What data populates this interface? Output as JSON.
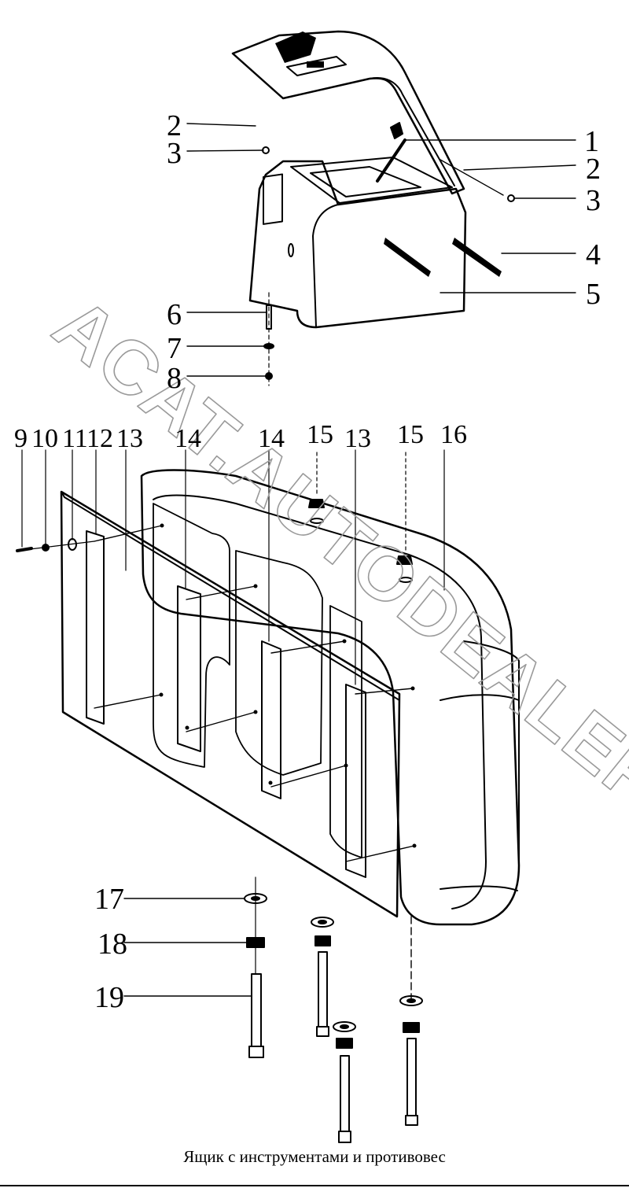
{
  "caption": "Ящик с инструментами и противовес",
  "watermark": "ACAT.AUTODEALER.RU",
  "callouts": {
    "c1": "1",
    "c2a": "2",
    "c2b": "2",
    "c3a": "3",
    "c3b": "3",
    "c4": "4",
    "c5": "5",
    "c6": "6",
    "c7": "7",
    "c8": "8",
    "c9": "9",
    "c10": "10",
    "c11": "11",
    "c12": "12",
    "c13a": "13",
    "c13b": "13",
    "c14a": "14",
    "c14b": "14",
    "c15a": "15",
    "c15b": "15",
    "c16": "16",
    "c17": "17",
    "c18": "18",
    "c19": "19"
  },
  "colors": {
    "line": "#000000",
    "watermark": "#9a9a9a",
    "background": "#ffffff"
  }
}
